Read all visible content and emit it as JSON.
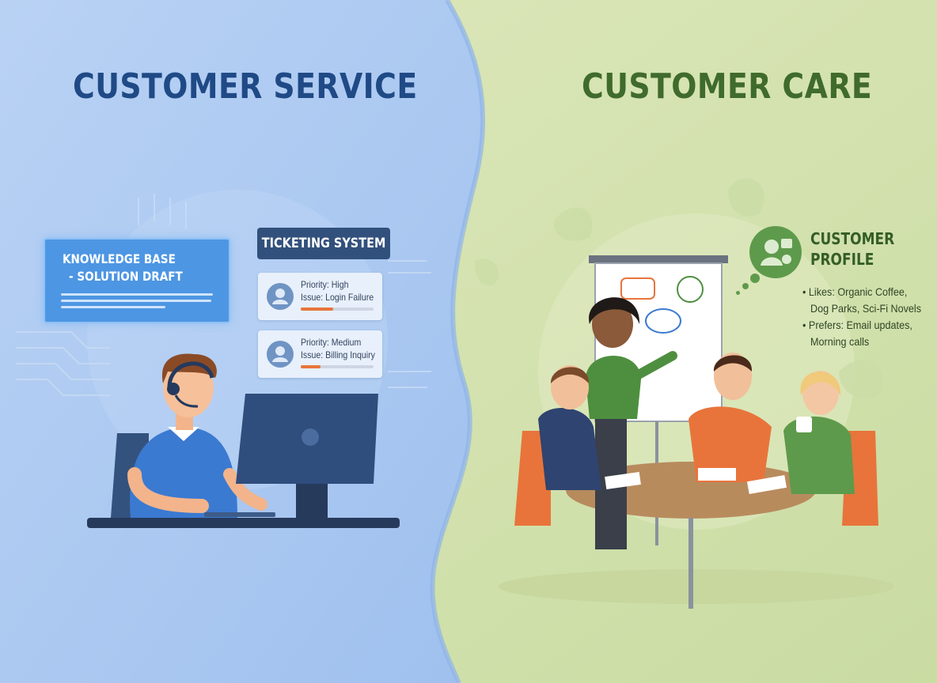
{
  "left_panel": {
    "title": "CUSTOMER SERVICE",
    "knowledge_base": {
      "line1": "KNOWLEDGE BASE",
      "line2": "- SOLUTION DRAFT"
    },
    "ticketing": {
      "header": "TICKETING SYSTEM",
      "tickets": [
        {
          "priority": "Priority: High",
          "issue": "Issue: Login Failure",
          "progress": 0.45
        },
        {
          "priority": "Priority: Medium",
          "issue": "Issue: Billing Inquiry",
          "progress": 0.27
        }
      ]
    }
  },
  "right_panel": {
    "title": "CUSTOMER CARE",
    "profile": {
      "title_line1": "CUSTOMER",
      "title_line2": "PROFILE",
      "lines": [
        "• Likes: Organic Coffee,",
        "Dog Parks, Sci-Fi Novels",
        "• Prefers: Email updates,",
        "Morning calls"
      ]
    }
  },
  "colors": {
    "left_bg": "#a9c8f0",
    "right_bg": "#d6e3b0",
    "left_title": "#1f4a86",
    "right_title": "#3f6b2c",
    "accent_orange": "#e8743b",
    "shirt_blue": "#3b7ad1",
    "shirt_green": "#4e8f3f"
  }
}
